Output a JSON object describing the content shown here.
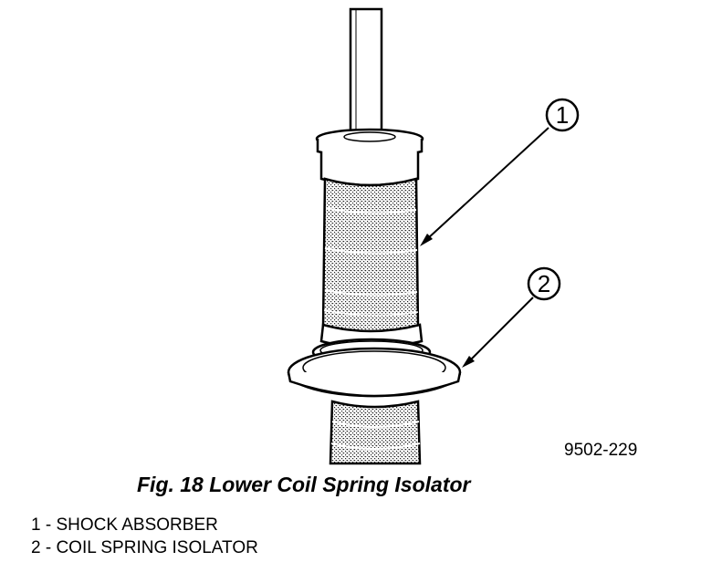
{
  "figure": {
    "caption": "Fig. 18 Lower Coil Spring Isolator",
    "reference_code": "9502-229",
    "callouts": [
      {
        "number": "1",
        "label": "SHOCK ABSORBER"
      },
      {
        "number": "2",
        "label": "COIL SPRING ISOLATOR"
      }
    ],
    "legend": [
      "1 - SHOCK ABSORBER",
      "2 - COIL SPRING ISOLATOR"
    ]
  }
}
